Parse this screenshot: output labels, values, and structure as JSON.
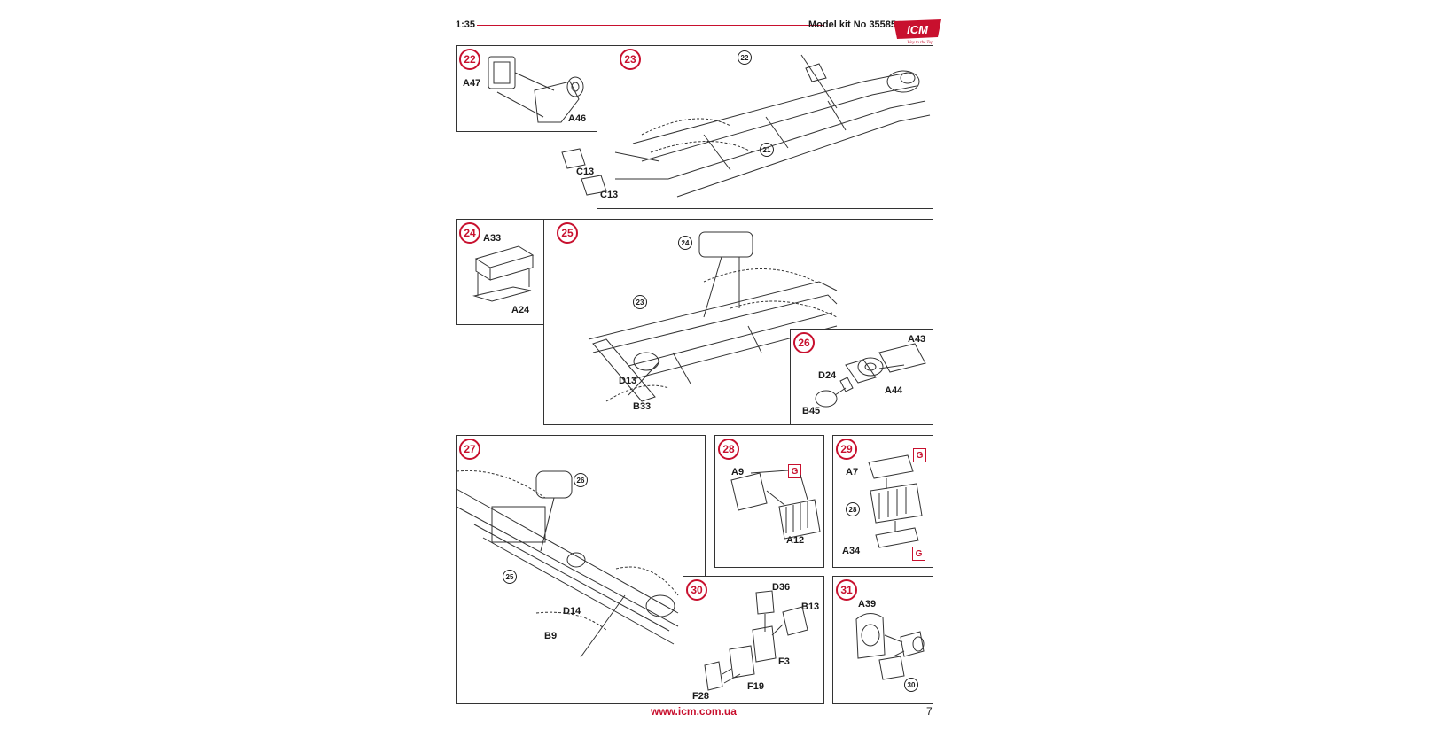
{
  "header": {
    "scale": "1:35",
    "kit_number": "Model kit No 35585",
    "logo_text": "ICM",
    "logo_tagline": "Way to the Top"
  },
  "footer": {
    "url": "www.icm.com.ua",
    "page": "7"
  },
  "colors": {
    "accent": "#c8102e",
    "line": "#333333"
  },
  "steps": {
    "s22": {
      "num": "22",
      "parts": [
        "A47",
        "A46"
      ]
    },
    "s23": {
      "num": "23",
      "refs": [
        "22",
        "21"
      ],
      "parts": [
        "C13",
        "C13"
      ]
    },
    "s24": {
      "num": "24",
      "parts": [
        "A33",
        "A24"
      ]
    },
    "s25": {
      "num": "25",
      "refs": [
        "24",
        "23"
      ],
      "parts": [
        "D13",
        "B33"
      ]
    },
    "s26": {
      "num": "26",
      "parts": [
        "A43",
        "D24",
        "A44",
        "B45"
      ]
    },
    "s27": {
      "num": "27",
      "refs": [
        "26",
        "25"
      ],
      "parts": [
        "D14",
        "B9"
      ]
    },
    "s28": {
      "num": "28",
      "parts": [
        "A9",
        "A12"
      ],
      "tag": "G"
    },
    "s29": {
      "num": "29",
      "refs": [
        "28"
      ],
      "parts": [
        "A7",
        "A34"
      ],
      "tag": "G"
    },
    "s30": {
      "num": "30",
      "parts": [
        "D36",
        "B13",
        "F3",
        "F19",
        "F28"
      ]
    },
    "s31": {
      "num": "31",
      "refs": [
        "30"
      ],
      "parts": [
        "A39"
      ]
    }
  }
}
